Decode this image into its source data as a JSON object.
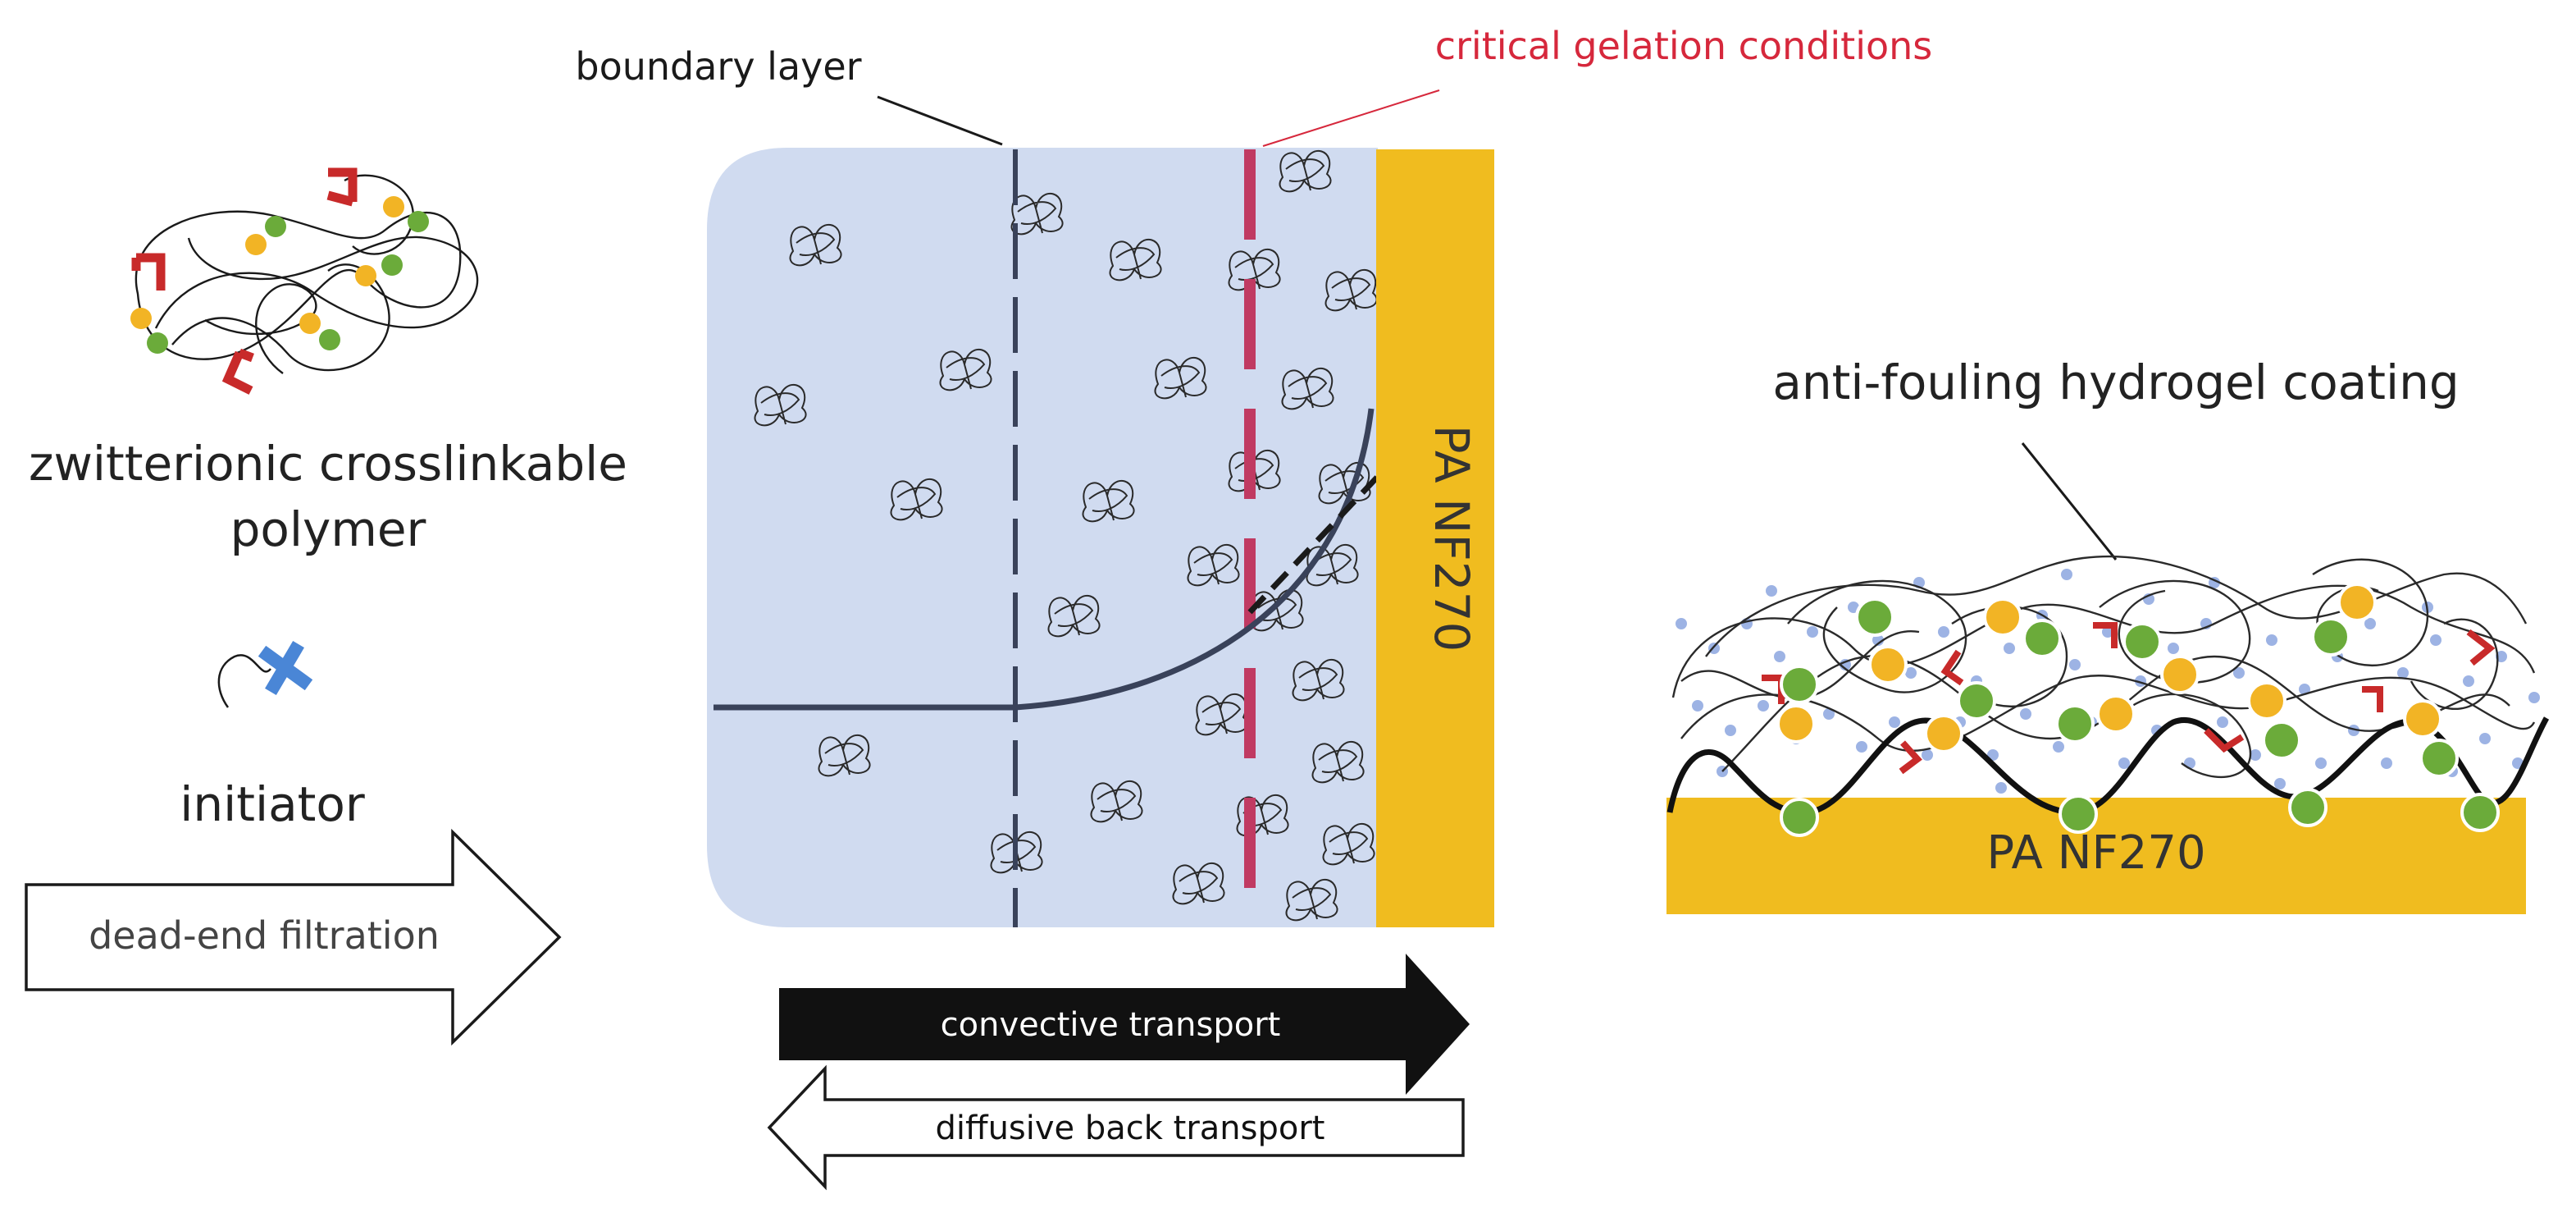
{
  "labels": {
    "boundary_layer": "boundary layer",
    "critical_gelation": "critical gelation conditions",
    "polymer_line1": "zwitterionic crosslinkable",
    "polymer_line2": "polymer",
    "initiator": "initiator",
    "dead_end_filtration": "dead-end filtration",
    "membrane_vertical": "PA NF270",
    "membrane_coated": "PA NF270",
    "coating": "anti-fouling hydrogel coating",
    "convective_transport": "convective transport",
    "diffusive_back_transport": "diffusive back transport"
  },
  "colors": {
    "membrane_gold": "#f0bc1f",
    "boundary_fill": "#d0dbf0",
    "critical_red": "#c03a62",
    "critical_text": "#d6283c",
    "bead_green": "#6bab3a",
    "bead_yellow": "#f2b425",
    "crosslinker_red": "#c82a2a",
    "initiator_blue": "#4a86d6",
    "dot_blue": "#9db3e4",
    "profile_line": "#39425a",
    "ink": "#1a1a1a"
  }
}
